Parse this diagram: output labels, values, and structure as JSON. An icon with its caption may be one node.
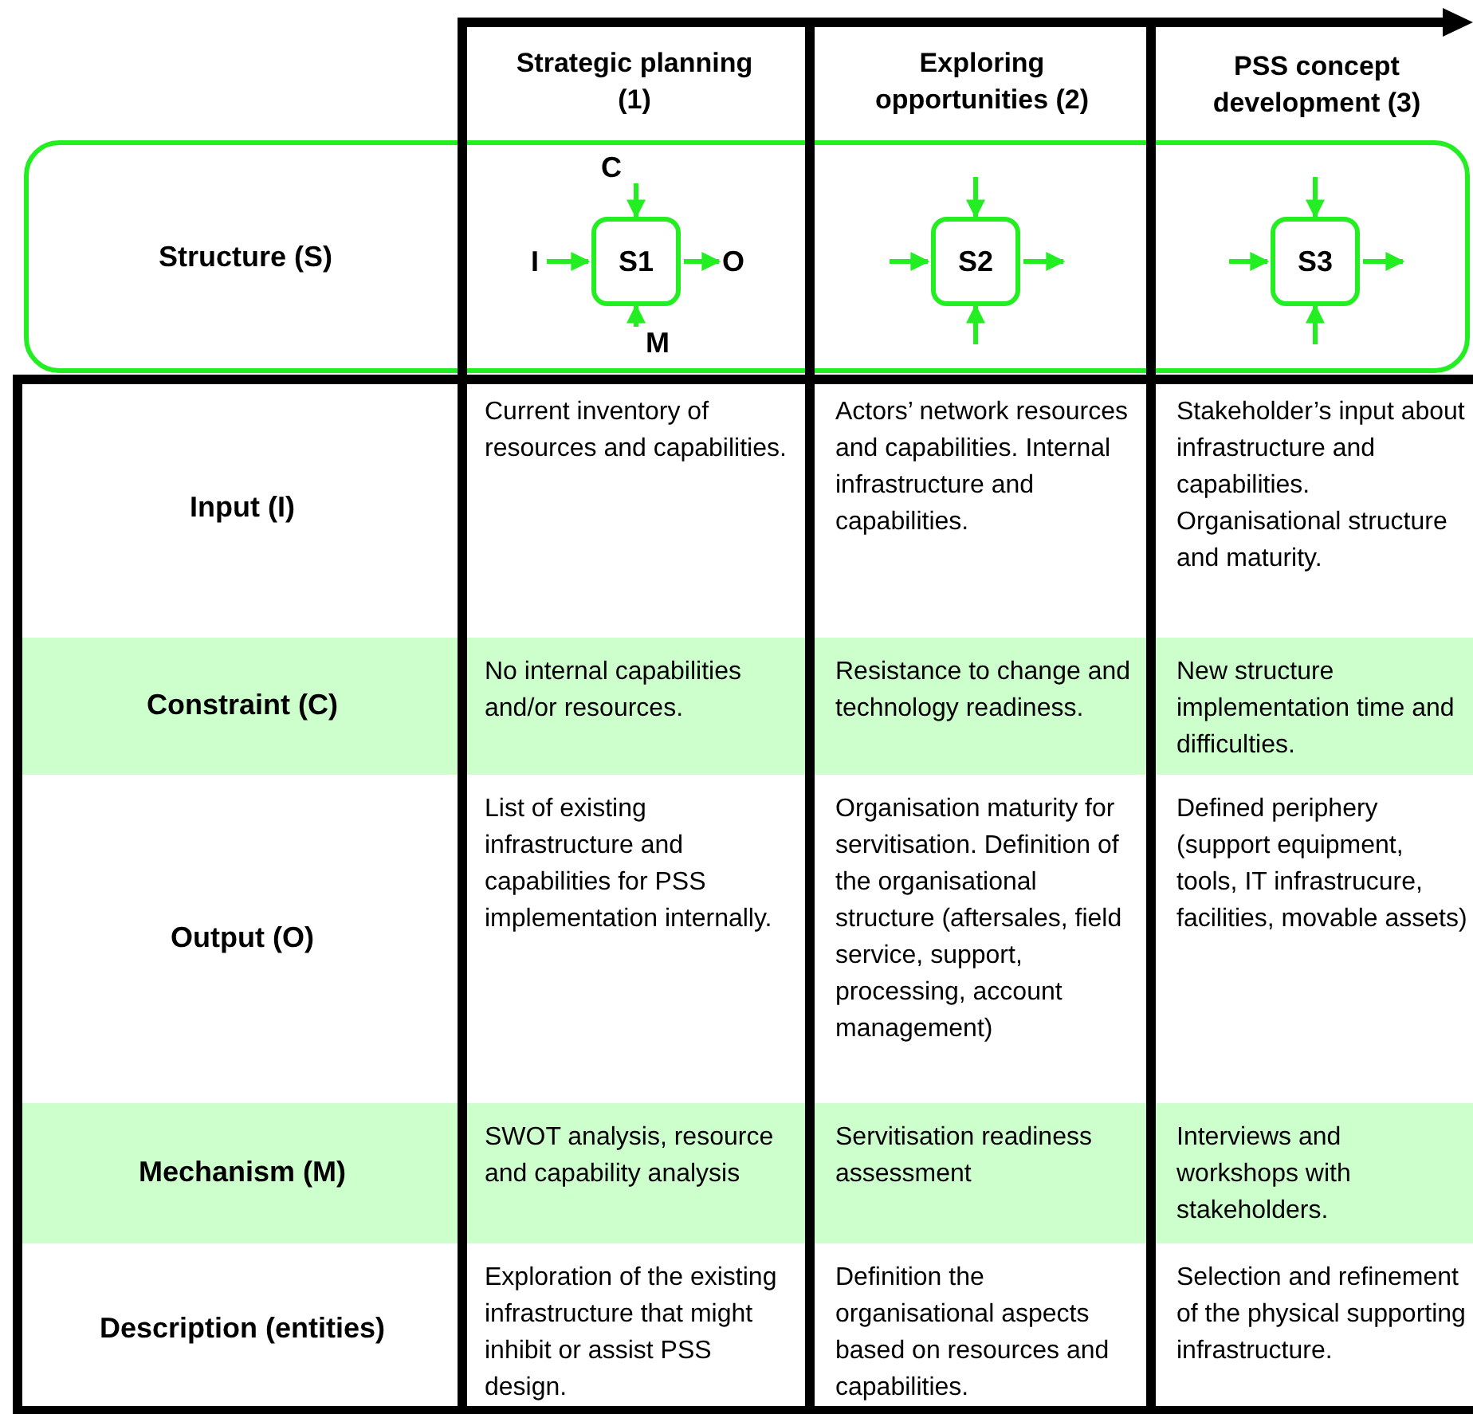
{
  "diagram": {
    "nodes": [
      {
        "text": [
          "Structure (S)"
        ]
      },
      {
        "text": [
          "C"
        ],
        "in": 0
      },
      {
        "text": [
          "I"
        ],
        "in": 0
      },
      {
        "text": [
          "S1"
        ],
        "in": 0
      },
      {
        "text": [
          "O"
        ],
        "in": 0
      },
      {
        "text": [
          "M"
        ],
        "in": 0
      },
      {
        "text": [
          "S2"
        ],
        "in": 0
      },
      {
        "text": [
          "S3"
        ],
        "in": 0
      }
    ],
    "edges": [
      {
        "from": 1,
        "to": 3,
        "arrow": "to"
      },
      {
        "from": 2,
        "to": 3,
        "arrow": "to"
      },
      {
        "from": 3,
        "to": 4,
        "arrow": "to"
      },
      {
        "from": 5,
        "to": 3,
        "arrow": "to"
      },
      {
        "from": null,
        "to": 6,
        "arrow": "to"
      },
      {
        "from": null,
        "to": 6,
        "arrow": "to"
      },
      {
        "from": 6,
        "to": null,
        "arrow": "to"
      },
      {
        "from": null,
        "to": 6,
        "arrow": "to"
      },
      {
        "from": null,
        "to": 7,
        "arrow": "to"
      },
      {
        "from": null,
        "to": 7,
        "arrow": "to"
      },
      {
        "from": 7,
        "to": null,
        "arrow": "to"
      },
      {
        "from": null,
        "to": 7,
        "arrow": "to"
      }
    ],
    "labels": [
      "Strategic planning (1)",
      "Exploring opportunities (2)",
      "PSS concept development (3)",
      "Input (I)",
      "Current inventory of resources and capabilities.",
      "Actors’ network resources and capabilities. Internal infrastructure and capabilities.",
      "Stakeholder’s input about infrastructure and capabilities. Organisational structure and maturity.",
      "Constraint (C)",
      "No internal capabilities and/or resources.",
      "Resistance to change and technology readiness.",
      "New structure implementation time and difficulties.",
      "Output (O)",
      "List of existing infrastructure and capabilities for PSS implementation internally.",
      "Organisation maturity for servitisation. Definition of the organisational structure (aftersales, field service, support, processing, account management)",
      "Defined periphery (support equipment, tools, IT infrastrucure, facilities, movable assets)",
      "Mechanism (M)",
      "SWOT analysis, resource and capability analysis",
      "Servitisation readiness assessment",
      "Interviews and workshops with stakeholders.",
      "Description (entities)",
      "Exploration of the existing infrastructure that might inhibit or assist PSS design.",
      "Definition the organisational aspects based on resources and capabilities.",
      "Selection and refinement of the physical supporting infrastructure."
    ]
  }
}
